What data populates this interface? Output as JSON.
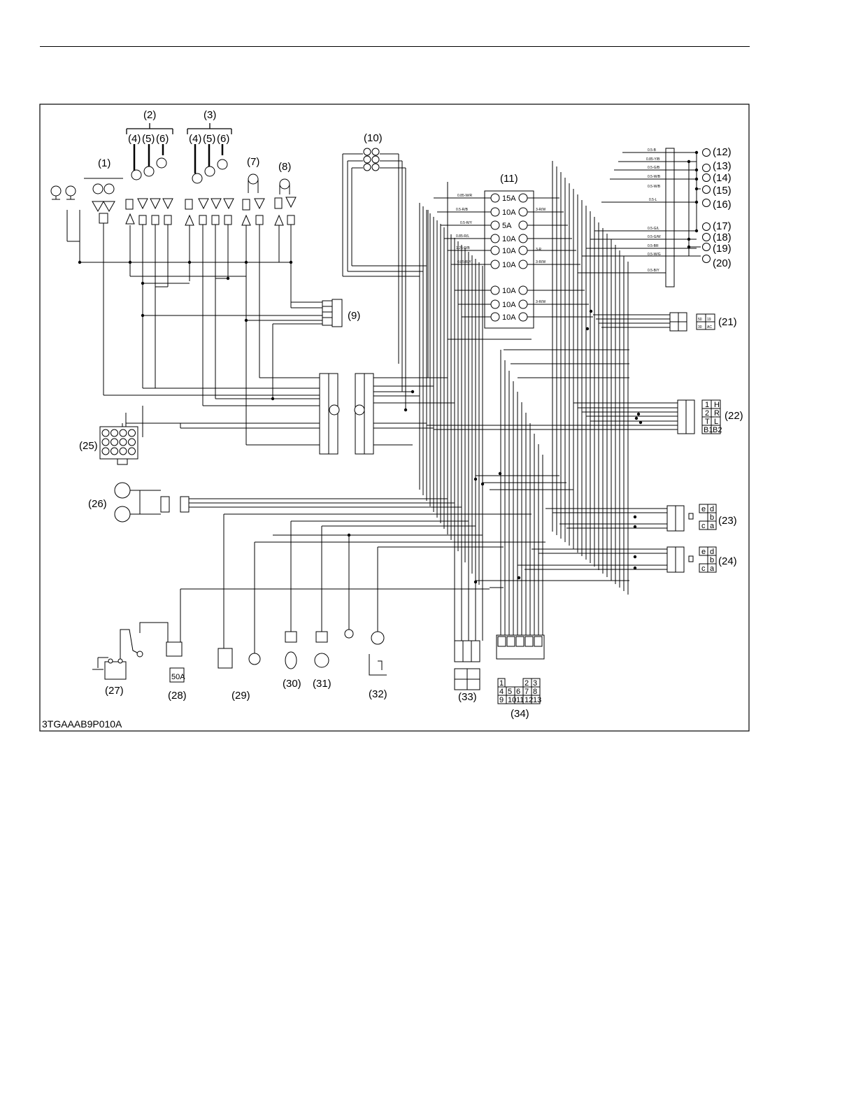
{
  "figure": {
    "id_label": "3TGAAAB9P010A"
  },
  "callouts": {
    "c1": "(1)",
    "c2": "(2)",
    "c3": "(3)",
    "c4a": "(4)",
    "c5a": "(5)",
    "c6a": "(6)",
    "c4b": "(4)",
    "c5b": "(5)",
    "c6b": "(6)",
    "c7": "(7)",
    "c8": "(8)",
    "c9": "(9)",
    "c10": "(10)",
    "c11": "(11)",
    "c12": "(12)",
    "c13": "(13)",
    "c14": "(14)",
    "c15": "(15)",
    "c16": "(16)",
    "c17": "(17)",
    "c18": "(18)",
    "c19": "(19)",
    "c20": "(20)",
    "c21": "(21)",
    "c22": "(22)",
    "c23": "(23)",
    "c24": "(24)",
    "c25": "(25)",
    "c26": "(26)",
    "c27": "(27)",
    "c28": "(28)",
    "c29": "(29)",
    "c30": "(30)",
    "c31": "(31)",
    "c32": "(32)",
    "c33": "(33)",
    "c34": "(34)"
  },
  "fuse_box": {
    "fuses": [
      "15A",
      "10A",
      "5A",
      "10A",
      "10A",
      "10A",
      "10A",
      "10A",
      "10A"
    ]
  },
  "slow_blow_fuse": "50A",
  "connector_21": [
    "50",
    "19",
    "30",
    "AC"
  ],
  "connector_22": [
    "1",
    "H",
    "2",
    "R",
    "T",
    "L",
    "B1",
    "B2"
  ],
  "connector_23": [
    "e",
    "d",
    "b",
    "c",
    "a"
  ],
  "connector_24": [
    "e",
    "d",
    "b",
    "c",
    "a"
  ],
  "connector_34": [
    "1",
    "2",
    "3",
    "4",
    "5",
    "6",
    "7",
    "8",
    "9",
    "10",
    "11",
    "12",
    "13"
  ],
  "wire_labels": {
    "l12": "0.5-B",
    "l13": "0.85-Y/B",
    "l14a": "0.5-G/B",
    "l14b": "0.5-W/B",
    "l14c": "0.5-W/B",
    "l16": "0.5-L",
    "l17": "0.5-G/L",
    "l18": "0.5-G/W",
    "l19": "0.5-BR",
    "l19b": "0.5-W/G",
    "l20": "0.5-B/Y",
    "f1": "0.85-W/R",
    "f2": "0.5-R/B",
    "f3": "0.5-R/Y",
    "f4": "0.85-R/L",
    "f5": "1.25-R/B",
    "f6": "0.85-R/Y",
    "f7": "3-R/W",
    "f8": "3-R",
    "f9": "3-R/W",
    "f10": "3-R/W"
  }
}
